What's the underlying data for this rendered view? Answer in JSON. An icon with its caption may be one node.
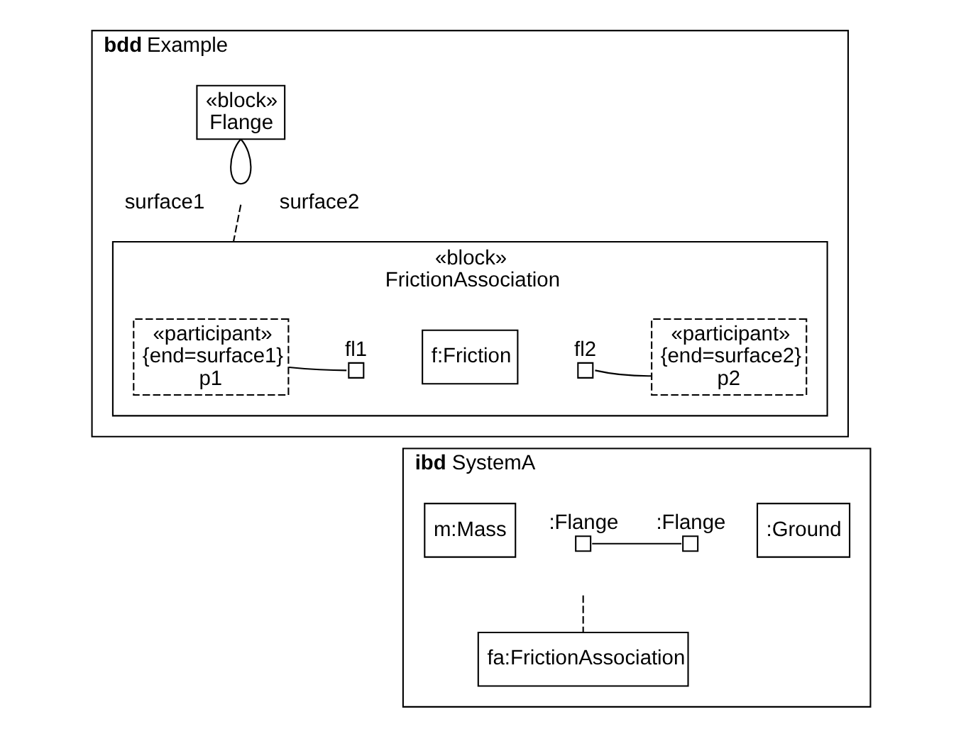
{
  "diagram": {
    "nodes": [
      {
        "text": [
          "**bdd** Example"
        ]
      },
      {
        "text": [
          "«block»",
          "Flange"
        ],
        "in": 0
      },
      {
        "text": [
          "«block»",
          "FrictionAssociation"
        ],
        "in": 0
      },
      {
        "text": [
          "«participant»",
          "{end=surface1}",
          "p1"
        ],
        "in": 2
      },
      {
        "text": [],
        "shape": "box",
        "in": 2,
        "beside": [
          "fl1"
        ]
      },
      {
        "text": [
          "f:Friction"
        ],
        "in": 2
      },
      {
        "text": [],
        "shape": "box",
        "in": 2,
        "beside": [
          "fl2"
        ]
      },
      {
        "text": [
          "«participant»",
          "{end=surface2}",
          "p2"
        ],
        "in": 2
      },
      {
        "text": [
          "**ibd** SystemA"
        ]
      },
      {
        "text": [
          "m:Mass"
        ],
        "in": 8
      },
      {
        "text": [],
        "shape": "box",
        "in": 8,
        "beside": [
          ":Flange"
        ]
      },
      {
        "text": [],
        "shape": "box",
        "in": 8,
        "beside": [
          ":Flange"
        ]
      },
      {
        "text": [
          ":Ground"
        ],
        "in": 8
      },
      {
        "text": [
          "fa:FrictionAssociation"
        ],
        "in": 8
      }
    ],
    "edges": [
      {
        "from": 1,
        "to": 1,
        "arrow": "none"
      },
      {
        "from": null,
        "to": 2,
        "arrow": "none",
        "style": "dashed"
      },
      {
        "from": 3,
        "to": 4,
        "arrow": "none"
      },
      {
        "from": 6,
        "to": 7,
        "arrow": "none"
      },
      {
        "from": 10,
        "to": 11,
        "arrow": "none"
      },
      {
        "from": null,
        "to": 13,
        "arrow": "none",
        "style": "dashed"
      }
    ],
    "labels": [
      "surface1",
      "surface2"
    ]
  }
}
